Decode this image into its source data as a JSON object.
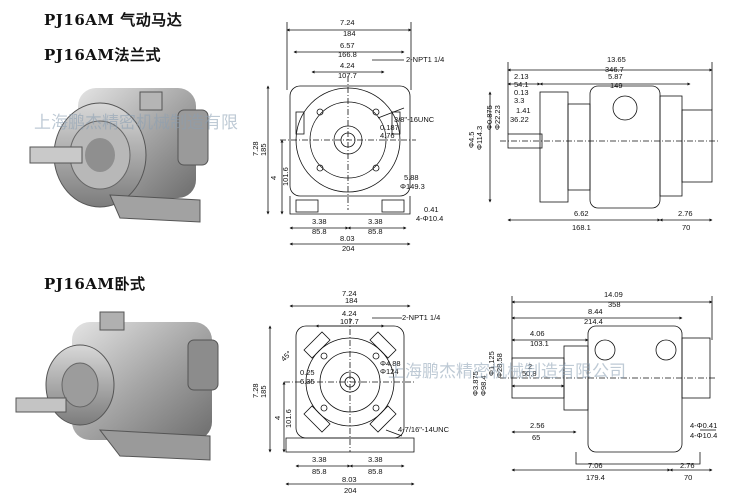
{
  "titles": {
    "flange": [
      "PJ16AM 气动马达",
      "PJ16AM法兰式"
    ],
    "foot": "PJ16AM卧式"
  },
  "watermark": {
    "top": "上海鹏杰精密机械制造有限",
    "bottom": "上海鹏杰精密机械制造有限公司"
  },
  "top_front": {
    "widths": [
      "7.24",
      "184",
      "6.57",
      "166.8",
      "4.24",
      "107.7"
    ],
    "port": "2-NPT1 1/4",
    "thread": "3/8\"-16UNC",
    "small": [
      "0.187",
      "4.76"
    ],
    "height": [
      "7.28",
      "185"
    ],
    "height2": [
      "4",
      "101.6"
    ],
    "bolt": [
      "5.88",
      "Φ149.3"
    ],
    "foot_hole": [
      "0.41",
      "4-Φ10.4"
    ],
    "base": [
      "3.38",
      "85.8",
      "3.38",
      "85.8"
    ],
    "total": [
      "8.03",
      "204"
    ]
  },
  "top_side": {
    "total": [
      "13.65",
      "346.7"
    ],
    "pilot": [
      "2.13",
      "54.1"
    ],
    "mid": [
      "5.87",
      "149"
    ],
    "step": [
      "0.13",
      "3.3"
    ],
    "step2": [
      "1.41",
      "36.22"
    ],
    "shaft": [
      "Φ0.875",
      "Φ22.23"
    ],
    "flange_d": [
      "Φ4.5",
      "Φ114.3"
    ],
    "len1": [
      "6.62",
      "168.1"
    ],
    "len2": [
      "2.76",
      "70"
    ]
  },
  "bottom_front": {
    "widths": [
      "7.24",
      "184",
      "4.24",
      "107.7"
    ],
    "port": "2-NPT1 1/4",
    "angle": "45°",
    "small": [
      "0.25",
      "6.35"
    ],
    "dia": [
      "Φ4.88",
      "Φ124"
    ],
    "height": [
      "7.28",
      "185"
    ],
    "height2": [
      "4",
      "101.6"
    ],
    "thread": "4-7/16\"-14UNC",
    "base": [
      "3.38",
      "85.8",
      "3.38",
      "85.8"
    ],
    "total": [
      "8.03",
      "204"
    ]
  },
  "bottom_side": {
    "total": [
      "14.09",
      "358"
    ],
    "mid": [
      "8.44",
      "214.4"
    ],
    "left": [
      "4.06",
      "103.1"
    ],
    "shaft": [
      "2",
      "50.8"
    ],
    "dias": [
      "Φ3.875",
      "Φ98.4",
      "Φ1.125",
      "Φ28.58"
    ],
    "foot": [
      "2.56",
      "65"
    ],
    "foot_holes": [
      "4-Φ0.41",
      "4-Φ10.4"
    ],
    "len1": [
      "7.06",
      "179.4"
    ],
    "len2": [
      "2.76",
      "70"
    ]
  }
}
